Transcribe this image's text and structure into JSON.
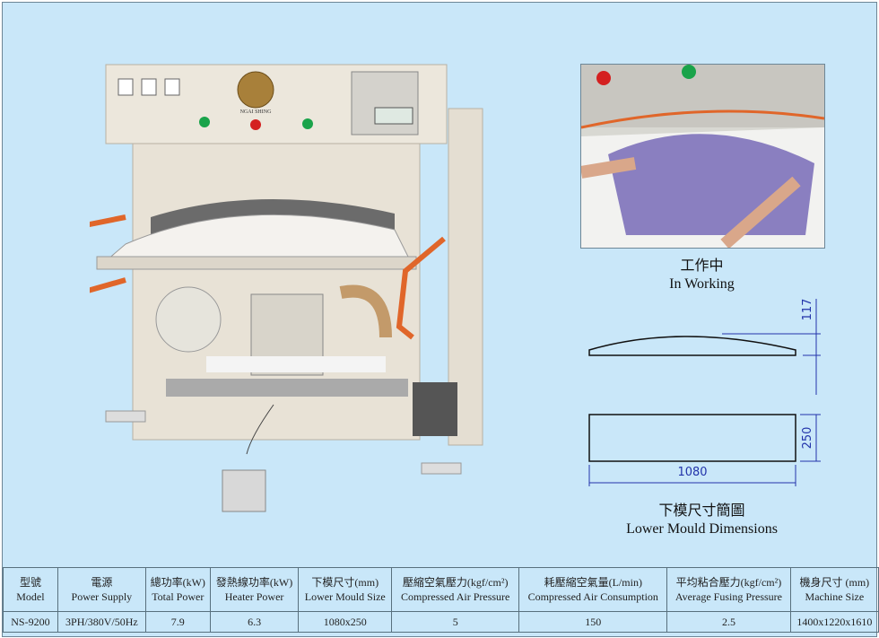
{
  "logo_text": "NGAI SHING",
  "working_caption": {
    "zh": "工作中",
    "en": "In Working"
  },
  "mould_caption": {
    "zh": "下模尺寸簡圖",
    "en": "Lower Mould Dimensions"
  },
  "dimensions": {
    "height": "117",
    "width": "250",
    "length": "1080"
  },
  "colors": {
    "background": "#c9e7f9",
    "dimension_line": "#2233aa",
    "machine_body": "#e8e2d6",
    "rail": "#e0662a"
  },
  "table": {
    "headers": [
      {
        "zh": "型號",
        "en": "Model"
      },
      {
        "zh": "電源",
        "en": "Power Supply"
      },
      {
        "zh": "總功率(kW)",
        "en": "Total Power"
      },
      {
        "zh": "發熱線功率(kW)",
        "en": "Heater Power"
      },
      {
        "zh": "下模尺寸(mm)",
        "en": "Lower Mould Size"
      },
      {
        "zh": "壓縮空氣壓力(kgf/cm²)",
        "en": "Compressed Air Pressure"
      },
      {
        "zh": "耗壓縮空氣量(L/min)",
        "en": "Compressed Air Consumption"
      },
      {
        "zh": "平均粘合壓力(kgf/cm²)",
        "en": "Average Fusing Pressure"
      },
      {
        "zh": "機身尺寸 (mm)",
        "en": "Machine Size"
      }
    ],
    "row": [
      "NS-9200",
      "3PH/380V/50Hz",
      "7.9",
      "6.3",
      "1080x250",
      "5",
      "150",
      "2.5",
      "1400x1220x1610"
    ]
  }
}
